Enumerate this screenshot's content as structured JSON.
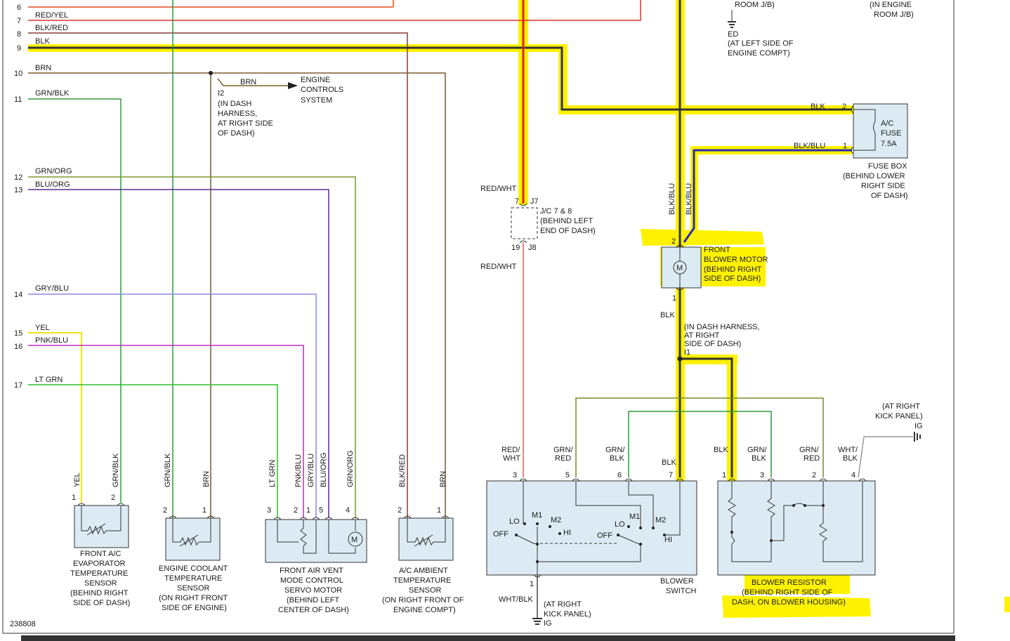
{
  "colors": {
    "background": "#ffffff",
    "highlight": "#fff200",
    "component_fill": "#dcebf3",
    "frame": "#333333"
  },
  "rows": [
    {
      "num": "6",
      "label": ""
    },
    {
      "num": "7",
      "label": "RED/YEL"
    },
    {
      "num": "8",
      "label": "BLK/RED"
    },
    {
      "num": "9",
      "label": "BLK"
    },
    {
      "num": "10",
      "label": "BRN"
    },
    {
      "num": "11",
      "label": "GRN/BLK"
    },
    {
      "num": "12",
      "label": "GRN/ORG"
    },
    {
      "num": "13",
      "label": "BLU/ORG"
    },
    {
      "num": "14",
      "label": "GRY/BLU"
    },
    {
      "num": "15",
      "label": "YEL"
    },
    {
      "num": "16",
      "label": "PNK/BLU"
    },
    {
      "num": "17",
      "label": "LT GRN"
    }
  ],
  "splice_i2": {
    "wire": "BRN",
    "conn": "I2",
    "desc": [
      "(IN DASH",
      "HARNESS,",
      "AT RIGHT SIDE",
      "OF DASH)"
    ]
  },
  "engine_controls": [
    "ENGINE",
    "CONTROLS",
    "SYSTEM"
  ],
  "top_right": {
    "room_jb_left": "ROOM J/B)",
    "room_jb_right": [
      "(IN ENGINE",
      "ROOM J/B)"
    ],
    "ground_id": "ED",
    "ground_desc": [
      "(AT LEFT SIDE OF",
      "ENGINE COMPT)"
    ]
  },
  "fuse": {
    "wire_top": "BLK",
    "pin_top": "2",
    "wire_bottom": "BLK/BLU",
    "pin_bottom": "1",
    "label": [
      "A/C",
      "FUSE",
      "7.5A"
    ],
    "box": [
      "FUSE BOX",
      "(BEHIND LOWER",
      "RIGHT SIDE",
      "OF DASH)"
    ]
  },
  "jc": {
    "wire_top": "RED/WHT",
    "pin_top": "7",
    "conn_top": "J7",
    "pin_bottom": "19",
    "conn_bottom": "J8",
    "wire_bottom": "RED/WHT",
    "desc": [
      "J/C 7 & 8",
      "(BEHIND LEFT",
      "END OF DASH)"
    ]
  },
  "blower_motor": {
    "wire_a": "BLK/BLU",
    "wire_b": "BLK/BLU",
    "pin_top": "2",
    "pin_bottom": "1",
    "symbol": "M",
    "label": [
      "FRONT",
      "BLOWER MOTOR",
      "(BEHIND RIGHT",
      "SIDE OF DASH)"
    ],
    "wire_out": "BLK"
  },
  "splice_i1": {
    "desc": [
      "(IN DASH HARNESS,",
      "AT RIGHT",
      "SIDE OF DASH)"
    ],
    "conn": "I1"
  },
  "sensors": [
    {
      "wires": [
        "YEL",
        "GRN/BLK"
      ],
      "pins": [
        "1",
        "2"
      ],
      "label": [
        "FRONT A/C",
        "EVAPORATOR",
        "TEMPERATURE",
        "SENSOR",
        "(BEHIND RIGHT",
        "SIDE OF DASH)"
      ]
    },
    {
      "wires": [
        "GRN/BLK",
        "BRN"
      ],
      "pins": [
        "2",
        "1"
      ],
      "label": [
        "ENGINE COOLANT",
        "TEMPERATURE",
        "SENSOR",
        "(ON RIGHT FRONT",
        "SIDE OF ENGINE)"
      ]
    },
    {
      "wires": [
        "LT GRN",
        "PNK/BLU",
        "GRY/BLU",
        "BLU/ORG",
        "GRN/ORG"
      ],
      "pins": [
        "3",
        "2",
        "1",
        "5",
        "4"
      ],
      "symbol": "M",
      "label": [
        "FRONT AIR VENT",
        "MODE CONTROL",
        "SERVO MOTOR",
        "(BEHIND LEFT",
        "CENTER OF DASH)"
      ]
    },
    {
      "wires": [
        "BLK/RED",
        "BRN"
      ],
      "pins": [
        "2",
        "1"
      ],
      "label": [
        "A/C AMBIENT",
        "TEMPERATURE",
        "SENSOR",
        "(ON RIGHT FRONT OF",
        "ENGINE COMPT)"
      ]
    }
  ],
  "blower_switch": {
    "wires": [
      [
        "RED/",
        "WHT"
      ],
      [
        "GRN/",
        "RED"
      ],
      [
        "GRN/",
        "BLK"
      ],
      [
        "BLK"
      ]
    ],
    "pins": [
      "3",
      "5",
      "6",
      "7"
    ],
    "positions_left": [
      "LO",
      "M1",
      "M2",
      "HI",
      "OFF"
    ],
    "positions_right": [
      "LO",
      "M1",
      "M2",
      "HI",
      "OFF"
    ],
    "pin_bottom": "1",
    "wire_bottom": "WHT/BLK",
    "ground_desc": [
      "(AT RIGHT",
      "KICK PANEL)"
    ],
    "ground_id": "IG",
    "label": [
      "BLOWER",
      "SWITCH"
    ]
  },
  "blower_resistor": {
    "wires": [
      [
        "BLK"
      ],
      [
        "GRN/",
        "BLK"
      ],
      [
        "GRN/",
        "RED"
      ],
      [
        "WHT/",
        "BLK"
      ]
    ],
    "pins": [
      "1",
      "3",
      "2",
      "4"
    ],
    "label": [
      "BLOWER RESISTOR",
      "(BEHIND RIGHT SIDE OF",
      "DASH, ON BLOWER HOUSING)"
    ],
    "ground_desc": [
      "(AT RIGHT",
      "KICK PANEL)"
    ],
    "ground_id": "IG"
  },
  "diagram_id": "238808"
}
